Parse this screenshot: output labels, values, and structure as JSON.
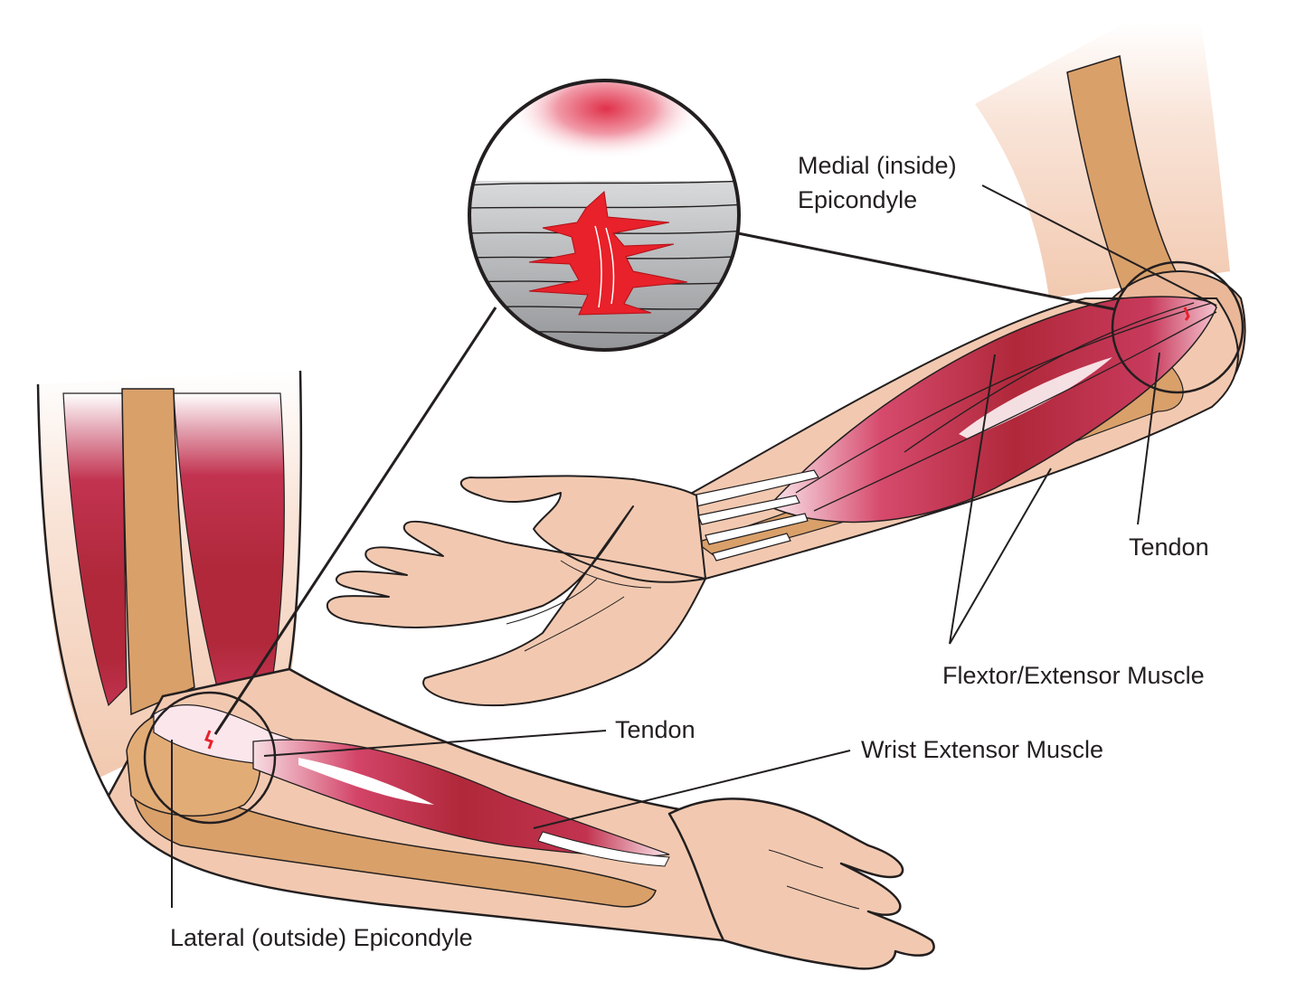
{
  "labels": {
    "medial_line1": "Medial (inside)",
    "medial_line2": "Epicondyle",
    "tendon_upper": "Tendon",
    "flexor_extensor": "Flextor/Extensor Muscle",
    "tendon_lower": "Tendon",
    "wrist_extensor": "Wrist Extensor Muscle",
    "lateral": "Lateral (outside) Epicondyle"
  },
  "colors": {
    "skin": "#f2c9b0",
    "skin_shadow": "#e9b596",
    "bone": "#d9a06a",
    "muscle": "#b0283a",
    "muscle_light": "#d94a6a",
    "tear": "#e8212a",
    "outline": "#231f20",
    "fiber_gray": "#a6a8ab"
  }
}
